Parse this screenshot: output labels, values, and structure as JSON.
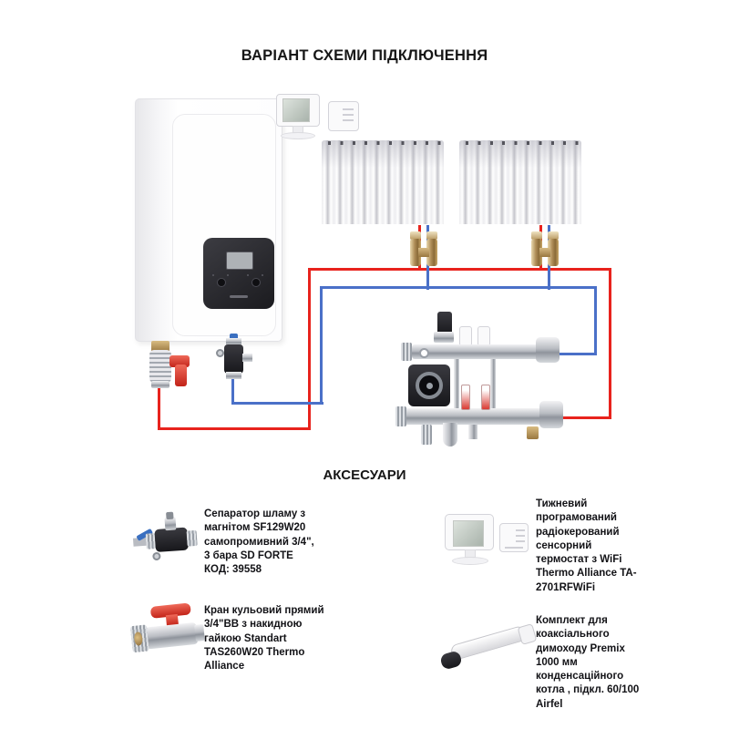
{
  "title": "ВАРІАНТ СХЕМИ ПІДКЛЮЧЕННЯ",
  "accessories_heading": "АКСЕСУАРИ",
  "pipe_colors": {
    "supply": "#e8231d",
    "return": "#4a70c8"
  },
  "diagram": {
    "components": [
      "wall-hung-boiler",
      "wifi-thermostat-pair",
      "radiator-left",
      "radiator-right",
      "radiator-h-valve-left",
      "radiator-h-valve-right",
      "ball-valve-red-handle",
      "magnetic-sludge-separator",
      "manifold-with-circulation-pump"
    ]
  },
  "accessories": [
    {
      "icon": "sludge-separator-image",
      "text": "Сепаратор шламу з магнітом SF129W20 самопромивний 3/4\", 3 бара SD FORTE КОД: 39558"
    },
    {
      "icon": "ball-valve-image",
      "text": "Кран кульовий прямий 3/4\"ВВ з накидною гайкою Standart TAS260W20 Thermo Alliance"
    },
    {
      "icon": "wifi-thermostat-image",
      "text": "Тижневий програмований радіокерований сенсорний термостат з WiFi Thermo Alliance TA-2701RFWiFi"
    },
    {
      "icon": "coaxial-flue-image",
      "text": "Комплект для коаксіального димоходу Premix 1000 мм конденсаційного котла , підкл. 60/100 Airfel"
    }
  ]
}
